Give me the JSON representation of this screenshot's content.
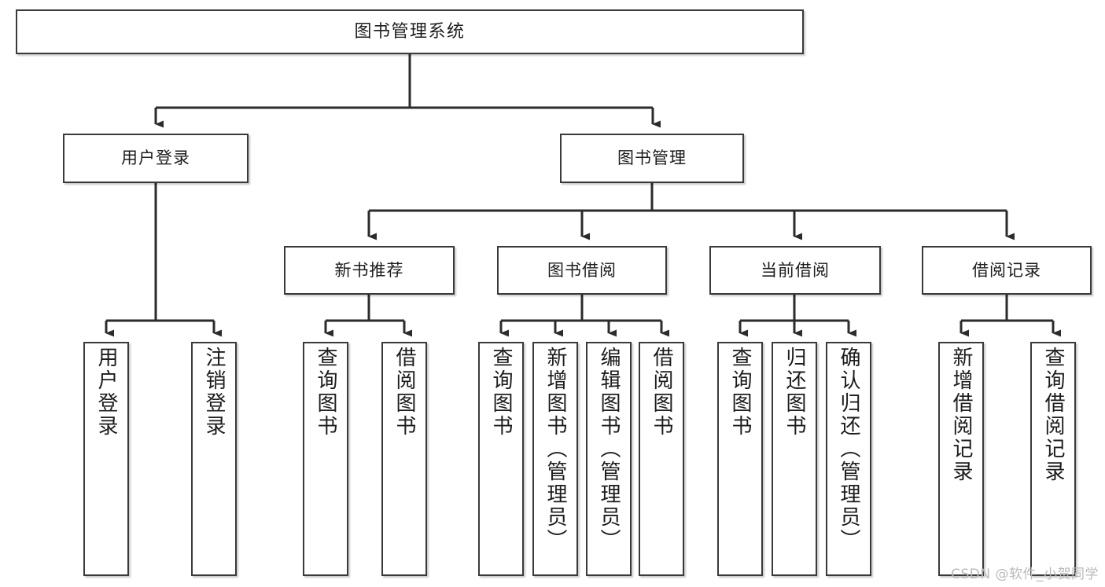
{
  "diagram": {
    "title": "图书管理系统",
    "type": "tree-hierarchy",
    "colors": {
      "box_border": "#3a3a3a",
      "box_fill": "#ffffff",
      "edge": "#2b2b2b",
      "text": "#1c1c1c",
      "watermark": "#b9b9b9",
      "background": "#ffffff"
    }
  },
  "root": {
    "label": "图书管理系统"
  },
  "level2": [
    {
      "label": "用户登录"
    },
    {
      "label": "图书管理"
    }
  ],
  "level3": [
    {
      "label": "新书推荐"
    },
    {
      "label": "图书借阅"
    },
    {
      "label": "当前借阅"
    },
    {
      "label": "借阅记录"
    }
  ],
  "leaves": {
    "user_login": [
      {
        "label": "用户登录"
      },
      {
        "label": "注销登录"
      }
    ],
    "new_book": [
      {
        "label": "查询图书"
      },
      {
        "label": "借阅图书"
      }
    ],
    "book_borrow": [
      {
        "label": "查询图书"
      },
      {
        "label": "新增图书（管理员）"
      },
      {
        "label": "编辑图书（管理员）"
      },
      {
        "label": "借阅图书"
      }
    ],
    "current_borrow": [
      {
        "label": "查询图书"
      },
      {
        "label": "归还图书"
      },
      {
        "label": "确认归还（管理员）"
      }
    ],
    "borrow_record": [
      {
        "label": "新增借阅记录"
      },
      {
        "label": "查询借阅记录"
      }
    ]
  },
  "watermark": {
    "text": "CSDN @软件_小贺同学"
  }
}
